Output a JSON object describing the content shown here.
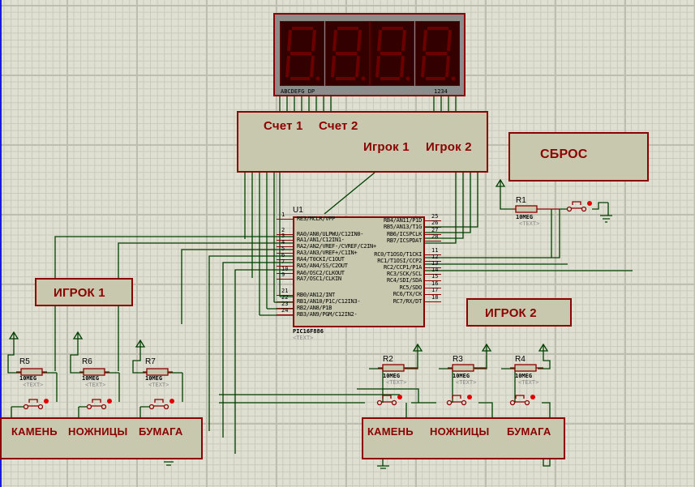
{
  "display": {
    "segment_label": "ABCDEFG  DP",
    "digit_label": "1234",
    "digits": [
      "8.",
      "8.",
      "8.",
      "8."
    ],
    "segment_color": "#6b0000",
    "background_color": "#330000"
  },
  "labels": {
    "score_box": {
      "line1a": "Счет 1",
      "line1b": "Счет 2",
      "line2a": "Игрок 1",
      "line2b": "Игрок 2"
    },
    "reset": "СБРОС",
    "player1": "ИГРОК 1",
    "player2": "ИГРОК 2",
    "p1_buttons": {
      "rock": "КАМЕНЬ",
      "scissors": "НОЖНИЦЫ",
      "paper": "БУМАГА"
    },
    "p2_buttons": {
      "rock": "КАМЕНЬ",
      "scissors": "НОЖНИЦЫ",
      "paper": "БУМАГА"
    }
  },
  "mcu": {
    "ref": "U1",
    "part": "PIC16F886",
    "text": "<TEXT>",
    "left_pins": [
      {
        "num": "1",
        "name": "RE3/MCLR/VPP"
      },
      {
        "num": "2",
        "name": "RA0/AN0/ULPWU/C12IN0-"
      },
      {
        "num": "3",
        "name": "RA1/AN1/C12IN1-"
      },
      {
        "num": "4",
        "name": "RA2/AN2/VREF-/CVREF/C2IN+"
      },
      {
        "num": "5",
        "name": "RA3/AN3/VREF+/C1IN+"
      },
      {
        "num": "6",
        "name": "RA4/T0CKI/C1OUT"
      },
      {
        "num": "7",
        "name": "RA5/AN4/SS/C2OUT"
      },
      {
        "num": "10",
        "name": "RA6/OSC2/CLKOUT"
      },
      {
        "num": "9",
        "name": "RA7/OSC1/CLKIN"
      },
      {
        "num": "21",
        "name": "RB0/AN12/INT"
      },
      {
        "num": "22",
        "name": "RB1/AN10/P1C/C12IN3-"
      },
      {
        "num": "23",
        "name": "RB2/AN8/P1B"
      },
      {
        "num": "24",
        "name": "RB3/AN9/PGM/C12IN2-"
      }
    ],
    "right_pins": [
      {
        "num": "25",
        "name": "RB4/AN11/P1D"
      },
      {
        "num": "26",
        "name": "RB5/AN13/T1G"
      },
      {
        "num": "27",
        "name": "RB6/ICSPCLK"
      },
      {
        "num": "28",
        "name": "RB7/ICSPDAT"
      },
      {
        "num": "11",
        "name": "RC0/T1OSO/T1CKI"
      },
      {
        "num": "12",
        "name": "RC1/T1OSI/CCP2"
      },
      {
        "num": "13",
        "name": "RC2/CCP1/P1A"
      },
      {
        "num": "14",
        "name": "RC3/SCK/SCL"
      },
      {
        "num": "15",
        "name": "RC4/SDI/SDA"
      },
      {
        "num": "16",
        "name": "RC5/SDO"
      },
      {
        "num": "17",
        "name": "RC6/TX/CK"
      },
      {
        "num": "18",
        "name": "RC7/RX/DT"
      }
    ]
  },
  "resistors": [
    {
      "ref": "R1",
      "value": "10MEG",
      "text": "<TEXT>"
    },
    {
      "ref": "R2",
      "value": "10MEG",
      "text": "<TEXT>"
    },
    {
      "ref": "R3",
      "value": "10MEG",
      "text": "<TEXT>"
    },
    {
      "ref": "R4",
      "value": "10MEG",
      "text": "<TEXT>"
    },
    {
      "ref": "R5",
      "value": "10MEG",
      "text": "<TEXT>"
    },
    {
      "ref": "R6",
      "value": "10MEG",
      "text": "<TEXT>"
    },
    {
      "ref": "R7",
      "value": "10MEG",
      "text": "<TEXT>"
    }
  ],
  "colors": {
    "wire": "#004000",
    "component_outline": "#8b0000",
    "box_fill": "#c8c8ae",
    "grid_bg": "#dfdfd2"
  }
}
